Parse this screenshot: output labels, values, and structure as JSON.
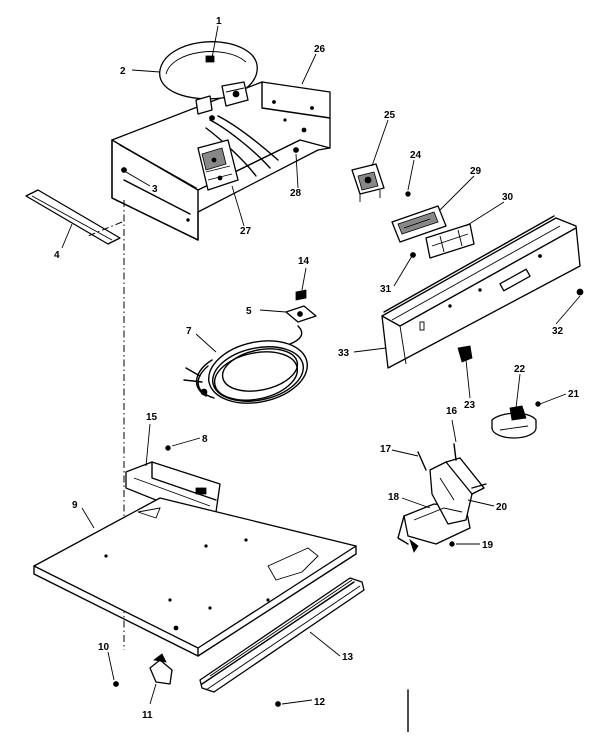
{
  "callouts": [
    {
      "id": "1",
      "text": "1"
    },
    {
      "id": "2",
      "text": "2"
    },
    {
      "id": "3",
      "text": "3"
    },
    {
      "id": "4",
      "text": "4"
    },
    {
      "id": "5",
      "text": "5"
    },
    {
      "id": "7",
      "text": "7"
    },
    {
      "id": "8",
      "text": "8"
    },
    {
      "id": "9",
      "text": "9"
    },
    {
      "id": "10",
      "text": "10"
    },
    {
      "id": "11",
      "text": "11"
    },
    {
      "id": "12",
      "text": "12"
    },
    {
      "id": "13",
      "text": "13"
    },
    {
      "id": "14",
      "text": "14"
    },
    {
      "id": "15",
      "text": "15"
    },
    {
      "id": "16",
      "text": "16"
    },
    {
      "id": "17",
      "text": "17"
    },
    {
      "id": "18",
      "text": "18"
    },
    {
      "id": "19",
      "text": "19"
    },
    {
      "id": "20",
      "text": "20"
    },
    {
      "id": "21",
      "text": "21"
    },
    {
      "id": "22",
      "text": "22"
    },
    {
      "id": "23",
      "text": "23"
    },
    {
      "id": "24",
      "text": "24"
    },
    {
      "id": "25",
      "text": "25"
    },
    {
      "id": "26",
      "text": "26"
    },
    {
      "id": "27",
      "text": "27"
    },
    {
      "id": "28",
      "text": "28"
    },
    {
      "id": "29",
      "text": "29"
    },
    {
      "id": "30",
      "text": "30"
    },
    {
      "id": "31",
      "text": "31"
    },
    {
      "id": "32",
      "text": "32"
    },
    {
      "id": "33",
      "text": "33"
    }
  ]
}
